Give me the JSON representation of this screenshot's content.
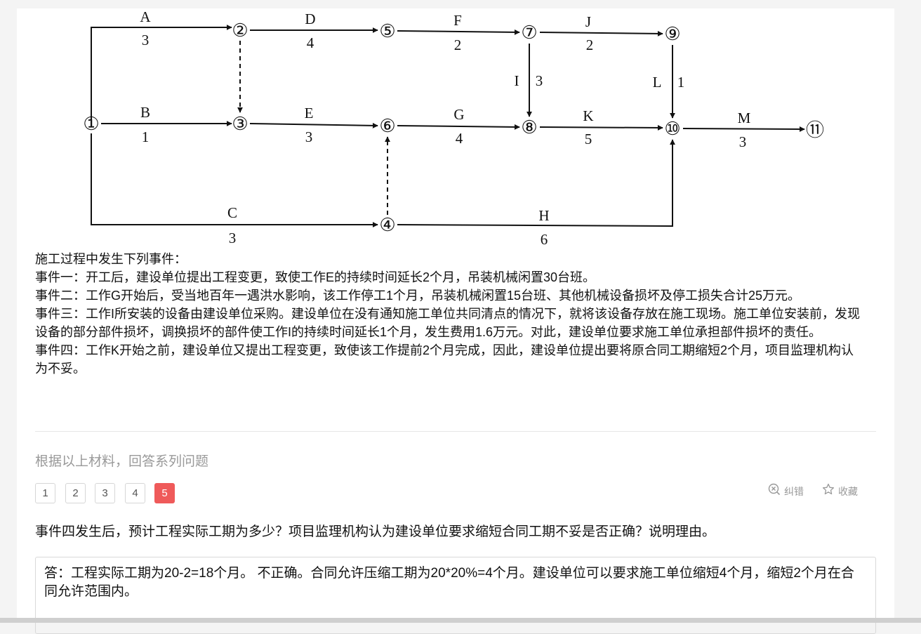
{
  "network": {
    "nodes": {
      "n1": "①",
      "n2": "②",
      "n3": "③",
      "n4": "④",
      "n5": "⑤",
      "n6": "⑥",
      "n7": "⑦",
      "n8": "⑧",
      "n9": "⑨",
      "n10": "⑩",
      "n11": "⑪"
    },
    "activities": [
      {
        "name": "A",
        "duration": "3"
      },
      {
        "name": "B",
        "duration": "1"
      },
      {
        "name": "C",
        "duration": "3"
      },
      {
        "name": "D",
        "duration": "4"
      },
      {
        "name": "E",
        "duration": "3"
      },
      {
        "name": "F",
        "duration": "2"
      },
      {
        "name": "G",
        "duration": "4"
      },
      {
        "name": "H",
        "duration": "6"
      },
      {
        "name": "I",
        "duration": "3"
      },
      {
        "name": "J",
        "duration": "2"
      },
      {
        "name": "K",
        "duration": "5"
      },
      {
        "name": "L",
        "duration": "1"
      },
      {
        "name": "M",
        "duration": "3"
      }
    ]
  },
  "material": {
    "intro": "施工过程中发生下列事件：",
    "events": [
      "事件一：开工后，建设单位提出工程变更，致使工作E的持续时间延长2个月，吊装机械闲置30台班。",
      "事件二：工作G开始后，受当地百年一遇洪水影响，该工作停工1个月，吊装机械闲置15台班、其他机械设备损坏及停工损失合计25万元。",
      "事件三：工作I所安装的设备由建设单位采购。建设单位在没有通知施工单位共同清点的情况下，就将该设备存放在施工现场。施工单位安装前，发现设备的部分部件损坏，调换损坏的部件使工作I的持续时间延长1个月，发生费用1.6万元。对此，建设单位要求施工单位承担部件损坏的责任。",
      "事件四：工作K开始之前，建设单位又提出工程变更，致使该工作提前2个月完成，因此，建设单位提出要将原合同工期缩短2个月，项目监理机构认为不妥。"
    ]
  },
  "instruction": "根据以上材料，回答系列问题",
  "question_nav": {
    "items": [
      "1",
      "2",
      "3",
      "4",
      "5"
    ],
    "active": "5"
  },
  "tools": {
    "report_label": "纠错",
    "favorite_label": "收藏"
  },
  "question": "事件四发生后，预计工程实际工期为多少？项目监理机构认为建设单位要求缩短合同工期不妥是否正确？说明理由。",
  "answer": "答：工程实际工期为20-2=18个月。   不正确。合同允许压缩工期为20*20%=4个月。建设单位可以要求施工单位缩短4个月，缩短2个月在合同允许范围内。",
  "colors": {
    "accent": "#ef5a5a",
    "muted_text": "#999999"
  }
}
